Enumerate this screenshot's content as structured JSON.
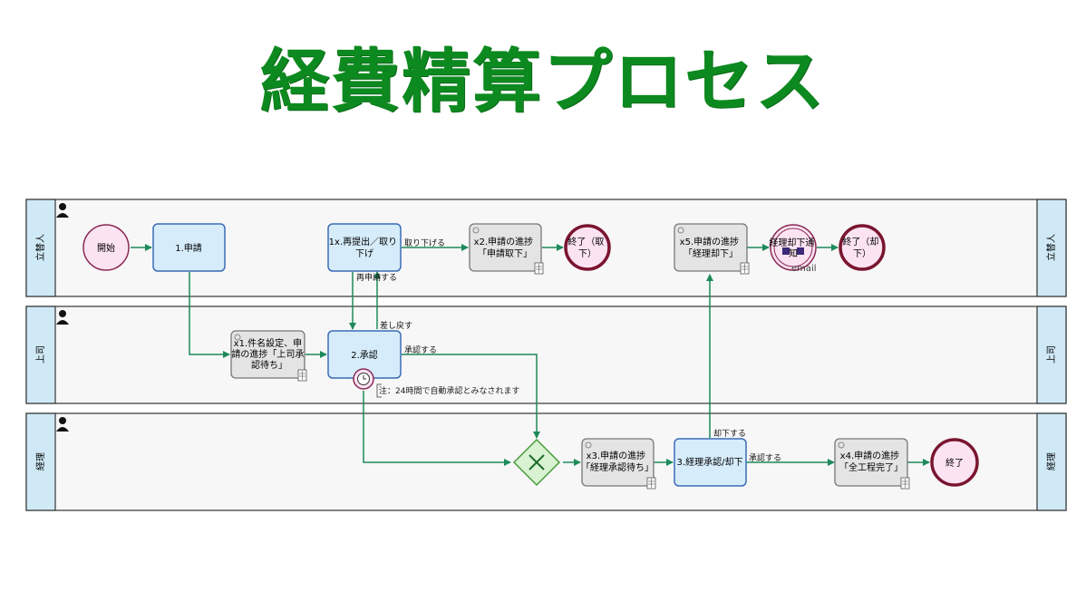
{
  "title": "経費精算プロセス",
  "lanes": [
    {
      "label": "立替人"
    },
    {
      "label": "上司"
    },
    {
      "label": "経理"
    }
  ],
  "nodes": {
    "start": "開始",
    "apply": "1.申請",
    "resubmit": [
      "1x.再提出／取り",
      "下げ"
    ],
    "x2": [
      "x2.申請の進捗",
      "「申請取下」"
    ],
    "end_withdraw": [
      "終了（取",
      "下）"
    ],
    "x5": [
      "x5.申請の進捗",
      "「経理却下」"
    ],
    "notify": [
      "経理却下通",
      "知"
    ],
    "notify_tag": "email",
    "end_reject": [
      "終了（却",
      "下）"
    ],
    "x1": [
      "x1.件名設定、申",
      "請の進捗「上司承",
      "認待ち」"
    ],
    "approve": "2.承認",
    "timer_note": "注：24時間で自動承認とみなされます",
    "x3": [
      "x3.申請の進捗",
      "「経理承認待ち」"
    ],
    "acct": "3.経理承認/却下",
    "x4": [
      "x4.申請の進捗",
      "「全工程完了」"
    ],
    "end": "終了"
  },
  "edges": {
    "withdraw": "取り下げる",
    "reapply": "再申請する",
    "sendback": "差し戻す",
    "approve": "承認する",
    "reject": "却下する",
    "acct_approve": "承認する"
  },
  "colors": {
    "title": "#0d8a1f",
    "task_fill": "#d6ecfa",
    "task_stroke": "#3b6db5",
    "script_fill": "#e4e4e4",
    "event_fill": "#fbe3f2",
    "end_stroke": "#7a1530",
    "flow": "#1e8a5a",
    "lane_header": "#cfe9f6"
  }
}
